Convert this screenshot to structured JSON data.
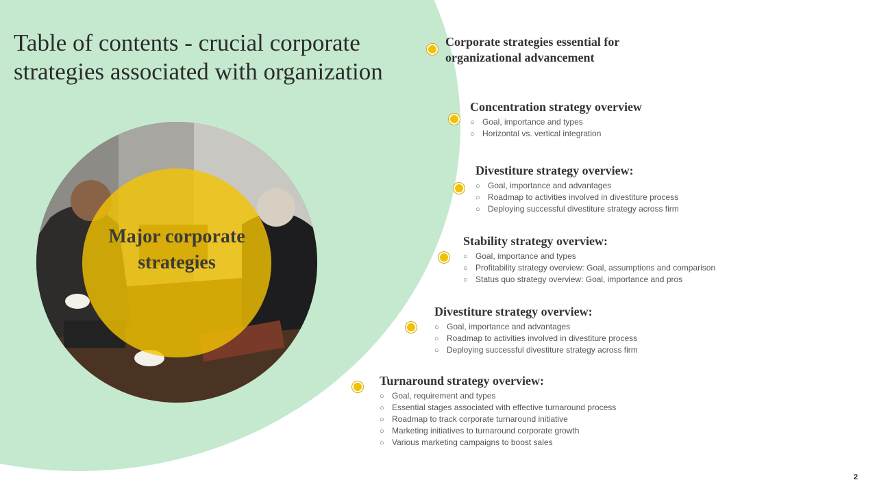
{
  "slide": {
    "title": "Table of contents - crucial corporate strategies associated with organization",
    "center_label": "Major corporate strategies",
    "page_number": "2",
    "bullet_marker": "○",
    "colors": {
      "green_background": "#c5e9cf",
      "yellow_accent": "#f2c100",
      "title_text": "#2b2b2b",
      "body_text": "#555555"
    },
    "photo_description_icon": "business-meeting-photo"
  },
  "toc": [
    {
      "title": "Corporate strategies essential for organizational advancement",
      "bullets": []
    },
    {
      "title": "Concentration strategy overview",
      "bullets": [
        "Goal, importance and types",
        "Horizontal vs. vertical integration"
      ]
    },
    {
      "title": "Divestiture strategy overview:",
      "bullets": [
        "Goal, importance and advantages",
        "Roadmap to activities involved  in divestiture process",
        "Deploying successful divestiture strategy across firm"
      ]
    },
    {
      "title": "Stability strategy overview:",
      "bullets": [
        "Goal, importance and types",
        "Profitability strategy overview:  Goal, assumptions and comparison",
        "Status quo strategy overview:  Goal, importance and pros"
      ]
    },
    {
      "title": "Divestiture strategy overview:",
      "bullets": [
        "Goal, importance and advantages",
        "Roadmap to activities involved  in divestiture process",
        "Deploying successful divestiture strategy across firm"
      ]
    },
    {
      "title": "Turnaround strategy overview:",
      "bullets": [
        "Goal, requirement  and types",
        "Essential stages associated with effective  turnaround  process",
        "Roadmap to track corporate turnaround  initiative",
        "Marketing initiatives to turnaround  corporate growth",
        "Various marketing campaigns to boost sales"
      ]
    }
  ]
}
